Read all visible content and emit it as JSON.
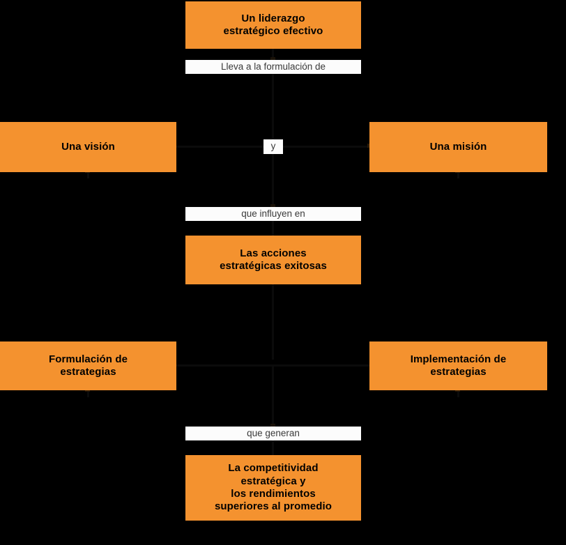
{
  "diagram": {
    "title": "Un liderazgo estrategico efectivo",
    "background_color": "#000000",
    "node_color": "#F4922F",
    "label_color": "#FCFCFC",
    "connector_color": "#0B0B0B",
    "nodes": [
      {
        "id": "liderazgo",
        "text": "Un liderazgo\nestratégico efectivo"
      },
      {
        "id": "vision",
        "text": "Una visión"
      },
      {
        "id": "mision",
        "text": "Una misión"
      },
      {
        "id": "acciones",
        "text": "Las acciones\nestratégicas exitosas"
      },
      {
        "id": "formulacion",
        "text": "Formulación de\nestrategias"
      },
      {
        "id": "implementacion",
        "text": "Implementación de\nestrategias"
      },
      {
        "id": "competitividad",
        "text": "La competitividad\nestratégica y\nlos rendimientos\nsuperiores al promedio"
      }
    ],
    "edge_labels": [
      {
        "id": "lleva",
        "text": "Lleva a la formulación de"
      },
      {
        "id": "y",
        "text": "y"
      },
      {
        "id": "influyen",
        "text": "que influyen en"
      },
      {
        "id": "generan",
        "text": "que generan"
      }
    ]
  }
}
